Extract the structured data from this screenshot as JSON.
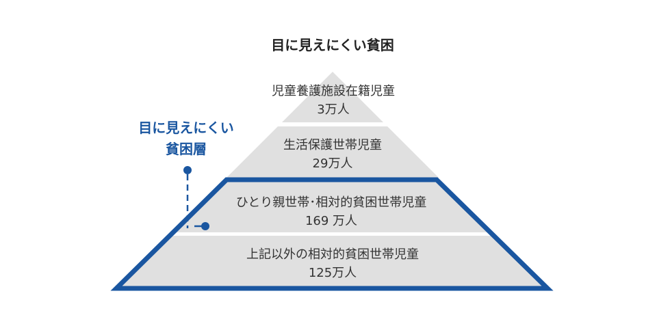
{
  "title": "目に見えにくい貧困",
  "annotation": {
    "line1": "目に見えにくい",
    "line2": "貧困層"
  },
  "tiers": [
    {
      "label": "児童養護施設在籍児童",
      "value": "3万人"
    },
    {
      "label": "生活保護世帯児童",
      "value": "29万人"
    },
    {
      "label": "ひとり親世帯･相対的貧困世帯児童",
      "value": "169 万人"
    },
    {
      "label": "上記以外の相対的貧困世帯児童",
      "value": "125万人"
    }
  ],
  "colors": {
    "tier_fill": "#e0e0e0",
    "accent": "#1a56a0",
    "text": "#333333"
  }
}
